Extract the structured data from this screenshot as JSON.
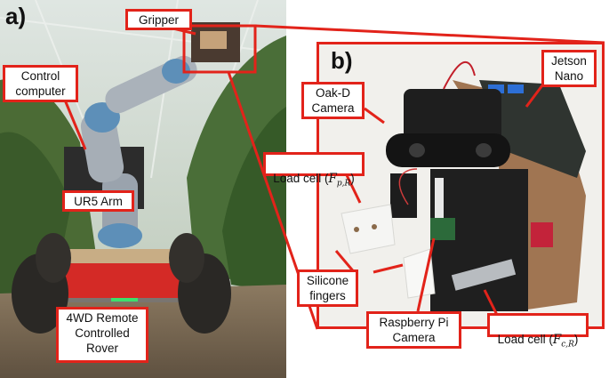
{
  "panels": {
    "a_label": "a)",
    "b_label": "b)"
  },
  "labels": {
    "gripper": "Gripper",
    "control_computer": "Control\ncomputer",
    "ur5_arm": "UR5 Arm",
    "rover": "4WD Remote\nControlled\nRover",
    "oak_d_camera": "Oak-D\nCamera",
    "jetson_nano": "Jetson\nNano",
    "load_cell_p_prefix": "Load cell (",
    "load_cell_p_math": "F",
    "load_cell_p_sub": "p,R",
    "load_cell_p_suffix": ")",
    "silicone_fingers": "Silicone\nfingers",
    "raspberry_pi_camera": "Raspberry Pi\nCamera",
    "load_cell_c_prefix": "Load cell (",
    "load_cell_c_math": "F",
    "load_cell_c_sub": "c,R",
    "load_cell_c_suffix": ")"
  },
  "colors": {
    "accent": "#e2231a"
  }
}
